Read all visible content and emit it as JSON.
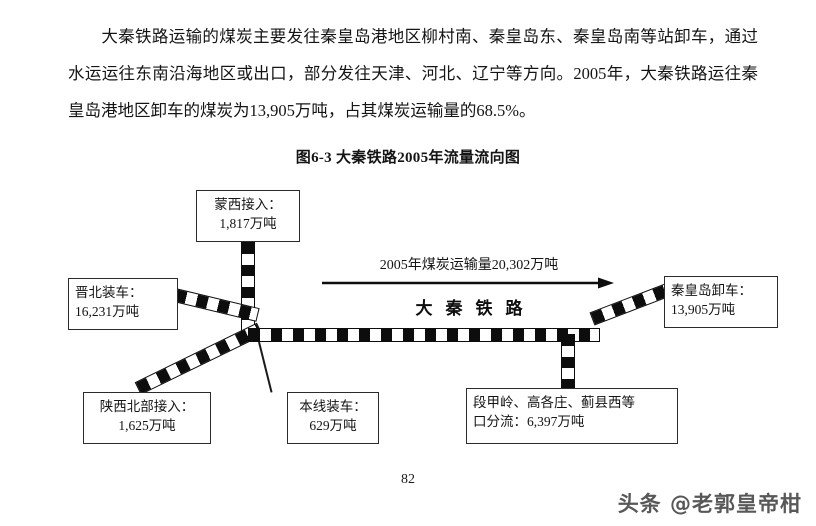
{
  "paragraph": {
    "text": "大秦铁路运输的煤炭主要发往秦皇岛港地区柳村南、秦皇岛东、秦皇岛南等站卸车，通过水运运往东南沿海地区或出口，部分发往天津、河北、辽宁等方向。2005年，大秦铁路运往秦皇岛港地区卸车的煤炭为13,905万吨，占其煤炭运输量的68.5%。"
  },
  "figure": {
    "caption": "图6-3  大秦铁路2005年流量流向图",
    "arrow_label": "2005年煤炭运输量20,302万吨",
    "railway_name": "大秦铁路",
    "boxes": {
      "mengxi": {
        "line1": "蒙西接入：",
        "line2": "1,817万吨"
      },
      "jinbei": {
        "line1": "晋北装车：",
        "line2": "16,231万吨"
      },
      "qinhuangdao": {
        "line1": "秦皇岛卸车：",
        "line2": "13,905万吨"
      },
      "shaanxi": {
        "line1": "陕西北部接入：",
        "line2": "1,625万吨"
      },
      "benxian": {
        "line1": "本线装车：",
        "line2": "629万吨"
      },
      "duanjialing": {
        "line1": "段甲岭、高各庄、蓟县西等",
        "line2": "口分流：6,397万吨"
      }
    }
  },
  "footer": {
    "page_number": "82",
    "watermark": "头条 @老郭皇帝柑"
  },
  "colors": {
    "ink": "#141414",
    "rail_dark": "#0d0d0d",
    "rail_light": "#ffffff",
    "page_bg": "#ffffff"
  }
}
